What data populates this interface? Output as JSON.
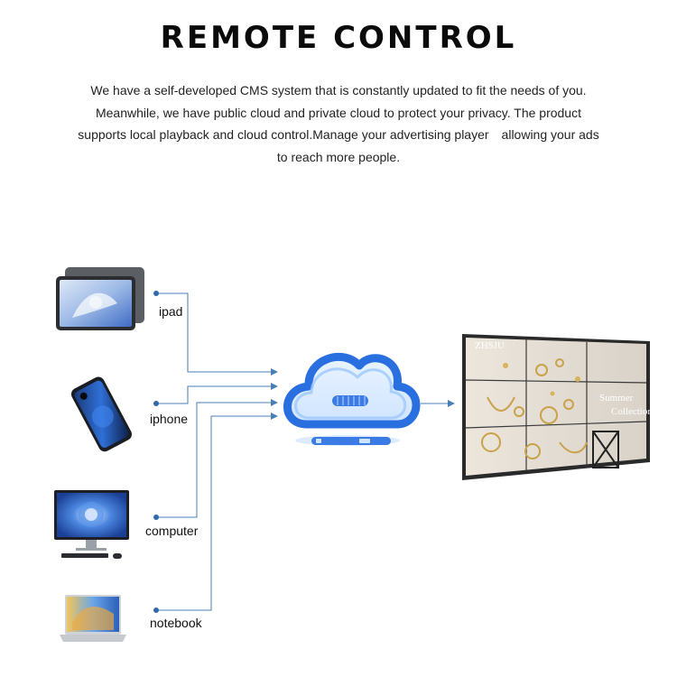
{
  "header": {
    "title": "REMOTE CONTROL",
    "description_lines": [
      "We have a self-developed CMS system that is constantly updated to fit the needs of you.",
      "Meanwhile, we have public cloud and private cloud to protect your privacy. The product",
      "supports local playback and cloud control.Manage your advertising player allowing your ads",
      "to reach more people."
    ]
  },
  "devices": [
    {
      "label": "ipad",
      "icon": "tablet-icon"
    },
    {
      "label": "iphone",
      "icon": "smartphone-icon"
    },
    {
      "label": "computer",
      "icon": "desktop-monitor-icon"
    },
    {
      "label": "notebook",
      "icon": "laptop-icon"
    }
  ],
  "cloud": {
    "icon": "cloud-icon"
  },
  "video_wall": {
    "icon": "video-wall-display",
    "overlay_text_1": "Summer",
    "overlay_text_2": "Collection",
    "small_caption": "ZHSJU"
  },
  "colors": {
    "connector": "#4a7fb5",
    "cloud_blue": "#2a6fe0",
    "cloud_light": "#bfe0ff"
  }
}
